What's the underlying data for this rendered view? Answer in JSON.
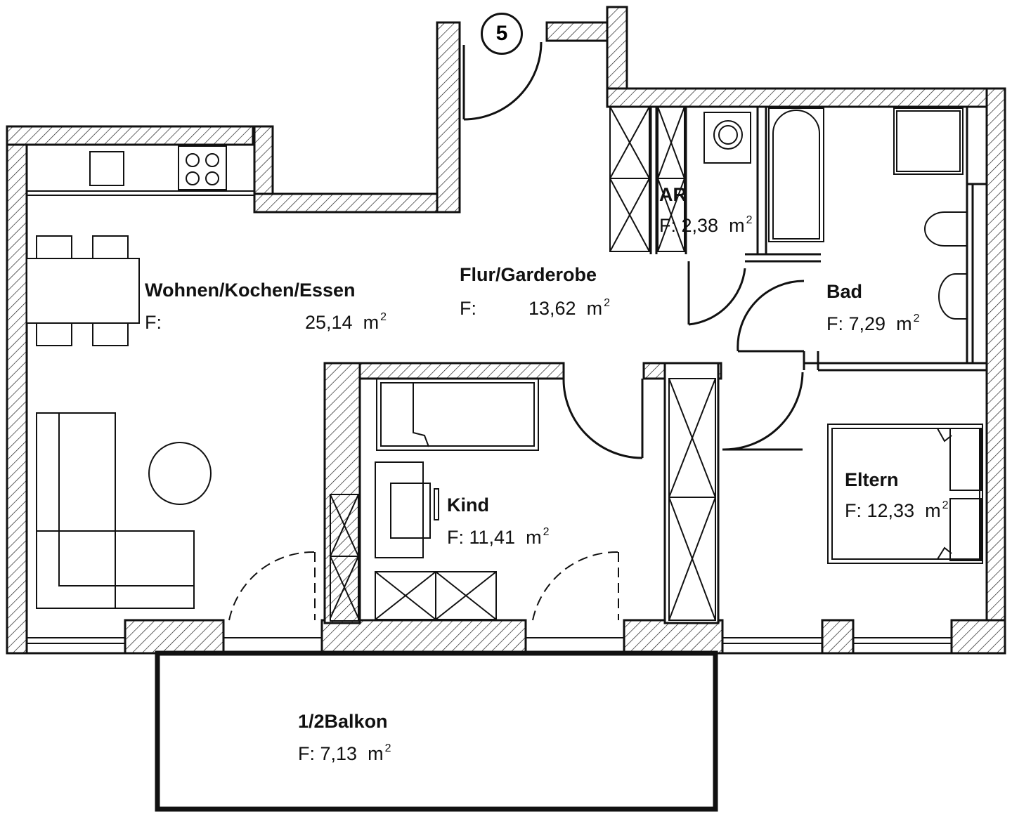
{
  "unit_number": "5",
  "rooms": {
    "wohnen": {
      "name": "Wohnen/Kochen/Essen",
      "area_prefix": "F:",
      "area_value": "25,14",
      "area_unit": "m",
      "area_exp": "2"
    },
    "flur": {
      "name": "Flur/Garderobe",
      "area_prefix": "F:",
      "area_value": "13,62",
      "area_unit": "m",
      "area_exp": "2"
    },
    "ar": {
      "name": "AR",
      "area_prefix": "F:",
      "area_value": "2,38",
      "area_unit": "m",
      "area_exp": "2"
    },
    "bad": {
      "name": "Bad",
      "area_prefix": "F:",
      "area_value": "7,29",
      "area_unit": "m",
      "area_exp": "2"
    },
    "kind": {
      "name": "Kind",
      "area_prefix": "F:",
      "area_value": "11,41",
      "area_unit": "m",
      "area_exp": "2"
    },
    "eltern": {
      "name": "Eltern",
      "area_prefix": "F:",
      "area_value": "12,33",
      "area_unit": "m",
      "area_exp": "2"
    },
    "balkon": {
      "name": "1/2Balkon",
      "area_prefix": "F:",
      "area_value": "7,13",
      "area_unit": "m",
      "area_exp": "2"
    }
  },
  "colors": {
    "line": "#111111",
    "background": "#ffffff"
  }
}
